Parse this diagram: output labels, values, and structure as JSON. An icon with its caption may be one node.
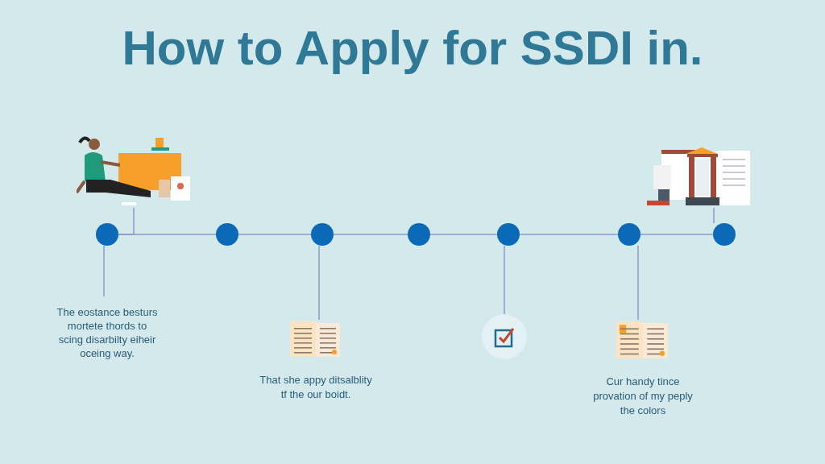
{
  "diagram": {
    "title": "How to Apply for SSDI in.",
    "nodes": [
      {
        "text": [],
        "shape": "circle"
      },
      {
        "text": [],
        "shape": "circle"
      },
      {
        "text": [],
        "shape": "circle"
      },
      {
        "text": [],
        "shape": "circle"
      },
      {
        "text": [],
        "shape": "circle"
      },
      {
        "text": [],
        "shape": "circle"
      },
      {
        "text": [],
        "shape": "circle"
      },
      {
        "text": [],
        "shape": "picture"
      },
      {
        "text": [],
        "shape": "picture"
      },
      {
        "text": [
          "The eostance besturs mortete thords to scing disarbilty eiheir oceing way."
        ]
      },
      {
        "text": [],
        "shape": "picture",
        "beside": [
          "That she appy ditsalblity tf the our boidt."
        ]
      },
      {
        "text": [],
        "shape": "picture"
      },
      {
        "text": [],
        "shape": "picture",
        "beside": [
          "Cur handy tince provation of my peply the colors"
        ]
      }
    ],
    "edges": [
      {
        "from": 0,
        "to": 1,
        "arrow": "none"
      },
      {
        "from": 1,
        "to": 2,
        "arrow": "none"
      },
      {
        "from": 2,
        "to": 3,
        "arrow": "none"
      },
      {
        "from": 3,
        "to": 4,
        "arrow": "none"
      },
      {
        "from": 4,
        "to": 5,
        "arrow": "none"
      },
      {
        "from": 5,
        "to": 6,
        "arrow": "none"
      },
      {
        "from": 7,
        "to": 0,
        "arrow": "none"
      },
      {
        "from": 8,
        "to": 6,
        "arrow": "none"
      },
      {
        "from": 0,
        "to": 9,
        "arrow": "none"
      },
      {
        "from": 2,
        "to": 10,
        "arrow": "none"
      },
      {
        "from": 4,
        "to": 11,
        "arrow": "none"
      },
      {
        "from": 5,
        "to": 12,
        "arrow": "none"
      }
    ]
  }
}
